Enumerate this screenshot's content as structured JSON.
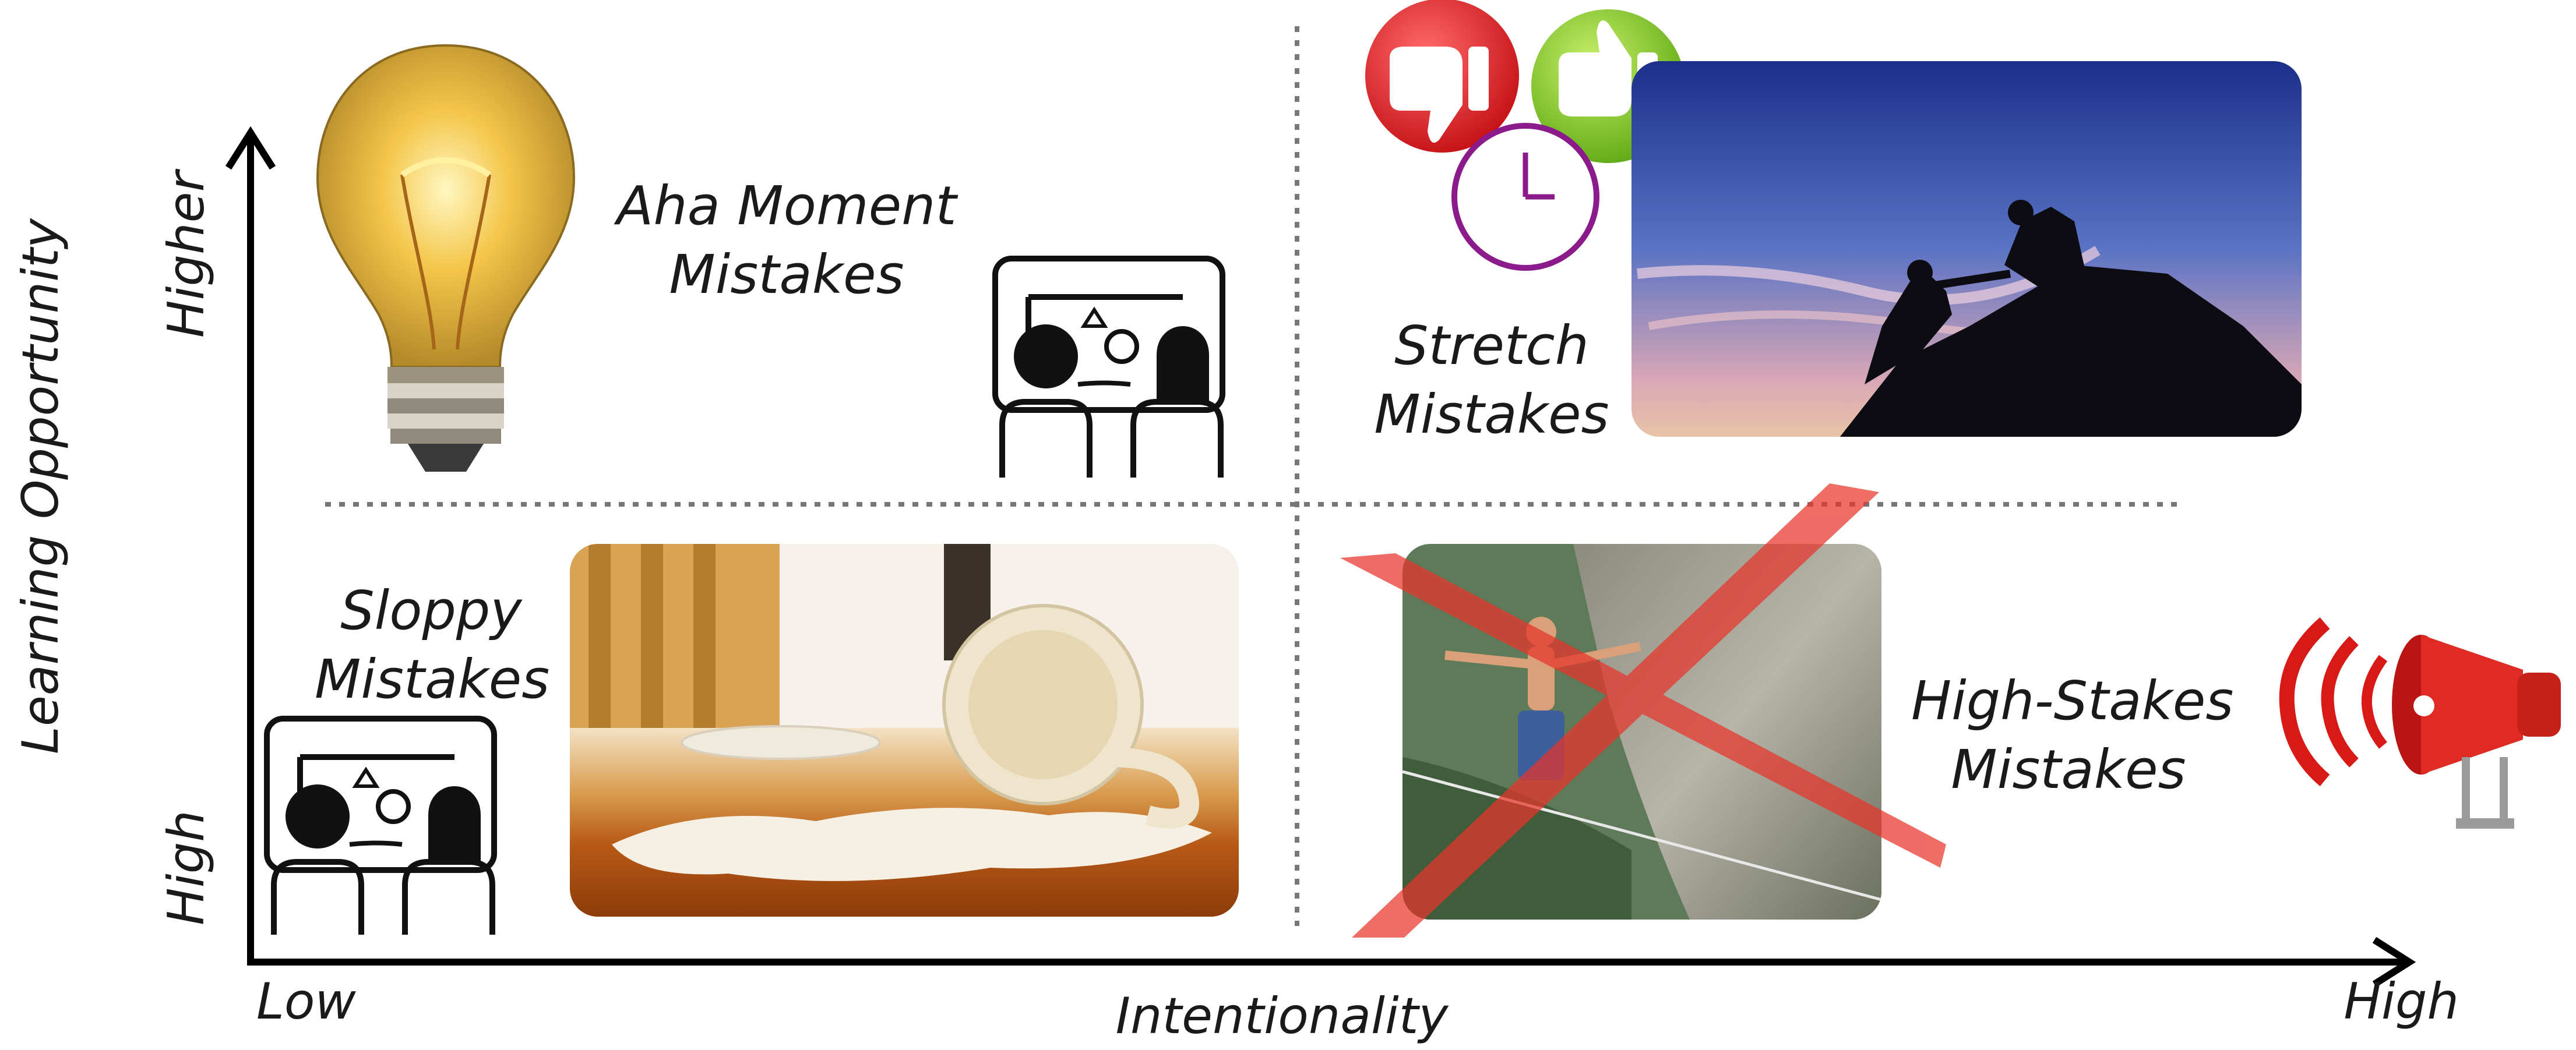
{
  "axes": {
    "x_title": "Intentionality",
    "x_low": "Low",
    "x_high": "High",
    "y_title": "Learning Opportunity",
    "y_high_top": "Higher",
    "y_high_bottom": "High"
  },
  "quadrants": {
    "top_left": {
      "line1": "Aha Moment",
      "line2": "Mistakes"
    },
    "top_right": {
      "line1": "Stretch",
      "line2": "Mistakes"
    },
    "bottom_left": {
      "line1": "Sloppy",
      "line2": "Mistakes"
    },
    "bottom_right": {
      "line1": "High-Stakes",
      "line2": "Mistakes"
    }
  },
  "colors": {
    "thumbs_down": "#d9141d",
    "thumbs_up": "#7cc61a",
    "clock": "#8b1a8b",
    "cross": "#e8342a",
    "siren": "#d71a16"
  },
  "icons": [
    "light-bulb-icon",
    "whiteboard-meeting-icon",
    "thumbs-down-icon",
    "thumbs-up-icon",
    "clock-icon",
    "siren-icon",
    "cross-mark-icon"
  ]
}
